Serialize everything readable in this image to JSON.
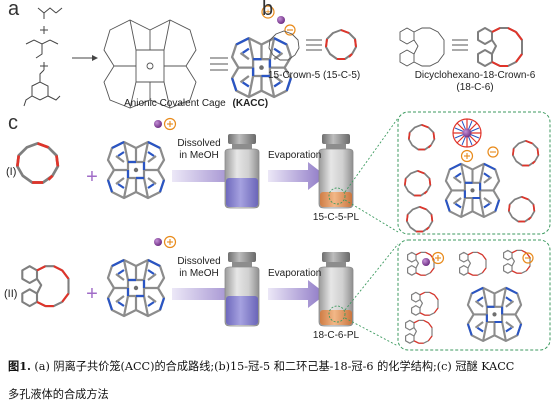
{
  "panel_a": {
    "letter": "a",
    "cage_label": "Anionic Covalent Cage",
    "cage_abbr": "(KACC)",
    "charge_plus": "+",
    "charge_minus": "−"
  },
  "panel_b": {
    "letter": "b",
    "crown5_label_1": "15-Crown-5 (15-C-5)",
    "crown6_label_1": "Dicyclohexano-18-Crown-6",
    "crown6_label_2": "(18-C-6)"
  },
  "panel_c": {
    "letter": "c",
    "row1_roman": "(I)",
    "row2_roman": "(II)",
    "plus_sign": "+",
    "dissolved_1": "Dissolved",
    "dissolved_2": "in MeOH",
    "evaporation": "Evaporation",
    "vial1_label": "15-C-5-PL",
    "vial2_label": "18-C-6-PL"
  },
  "caption": {
    "line1_prefix": "图1.",
    "line1_text": " (a) 阴离子共价笼(ACC)的合成路线;(b)15-冠-5 和二环己基-18-冠-6 的化学结构;(c) 冠醚 KACC",
    "line2_text": "多孔液体的合成方法"
  },
  "colors": {
    "crown_red": "#e0342a",
    "bond_gray": "#7f7f7f",
    "cage_blue": "#2a55c4",
    "cage_gray": "#8c8c8c",
    "arrow_purple": "#8a74c4",
    "vial_liquid_blue": "#8a86cf",
    "vial_liquid_orange": "#e8a168",
    "dotted_green": "#3c9a5f",
    "k_ion_purple": "#8a3f9e",
    "plus_orange": "#e88a1a"
  }
}
